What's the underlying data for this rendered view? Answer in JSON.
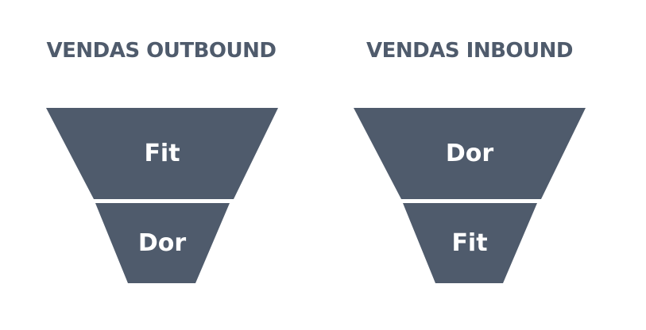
{
  "colors": {
    "shape": "#4f5b6c",
    "title": "#4f5b6c",
    "label": "#ffffff"
  },
  "funnels": [
    {
      "title": "VENDAS OUTBOUND",
      "stages": [
        {
          "label": "Fit"
        },
        {
          "label": "Dor"
        }
      ]
    },
    {
      "title": "VENDAS INBOUND",
      "stages": [
        {
          "label": "Dor"
        },
        {
          "label": "Fit"
        }
      ]
    }
  ]
}
